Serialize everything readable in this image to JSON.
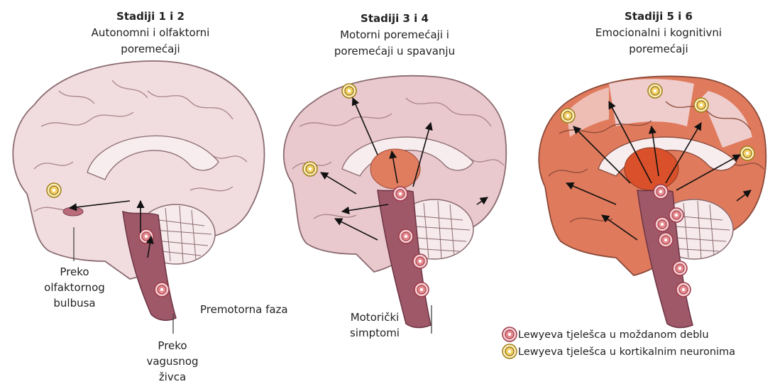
{
  "stages": [
    {
      "title": "Stadiji 1 i 2",
      "subtitle": "Autonomni i olfaktorni\nporemećaji"
    },
    {
      "title": "Stadiji 3 i 4",
      "subtitle": "Motorni poremećaji i\nporemećaji u spavanju"
    },
    {
      "title": "Stadiji 5 i 6",
      "subtitle": "Emocionalni i kognitivni\nporemećaji"
    }
  ],
  "labels": {
    "olfactory": "Preko\nolfaktornog\nbulbusa",
    "vagus": "Preko\nvagusnog\nživca",
    "premotor": "Premotorna faza",
    "motor": "Motorički\nsimptomi"
  },
  "legend": {
    "brainstem": "Lewyeva tjelešca u moždanom deblu",
    "cortical": "Lewyeva tjelešca u kortikalnim neuronima"
  },
  "colors": {
    "brain_base": "#f1dde0",
    "brain_outline": "#8a6b70",
    "affected_mild": "#d8a6a9",
    "affected_mid": "#e6866a",
    "affected_strong": "#d9502a",
    "brainstem": "#9e5868",
    "brainstem_dark": "#7d3f50",
    "lewy_brainstem_fill": "#e58a8f",
    "lewy_cortical_fill": "#f3d166"
  }
}
